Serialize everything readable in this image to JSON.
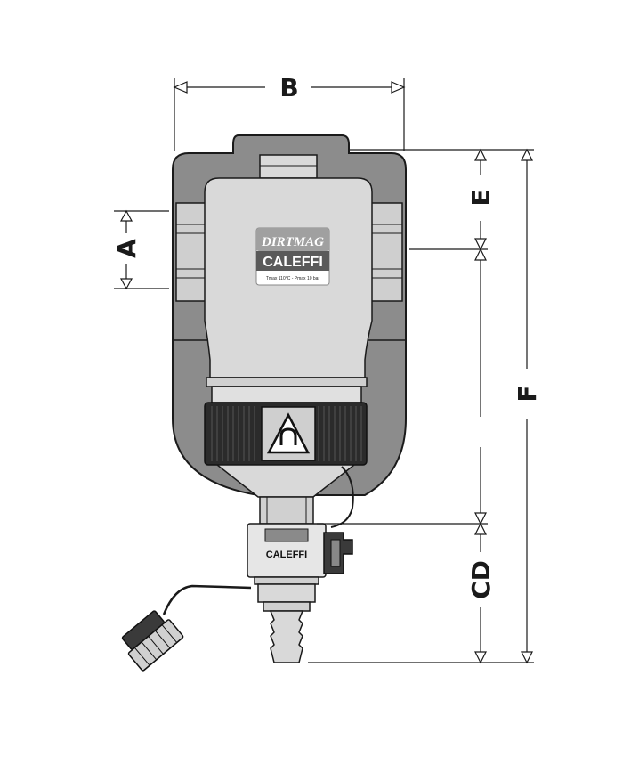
{
  "dimension_labels": {
    "a": "A",
    "b": "B",
    "cd": "CD",
    "e": "E",
    "f": "F"
  },
  "label_plate": {
    "product_name": "DIRTMAG",
    "brand": "CALEFFI",
    "spec_line": "Tmax 110°C - Pmax 10 bar"
  },
  "valve": {
    "brand": "CALEFFI"
  },
  "colors": {
    "insulation": "#8c8c8c",
    "body": "#d9d9d9",
    "ring": "#2b2b2b",
    "lines": "#1a1a1a"
  }
}
